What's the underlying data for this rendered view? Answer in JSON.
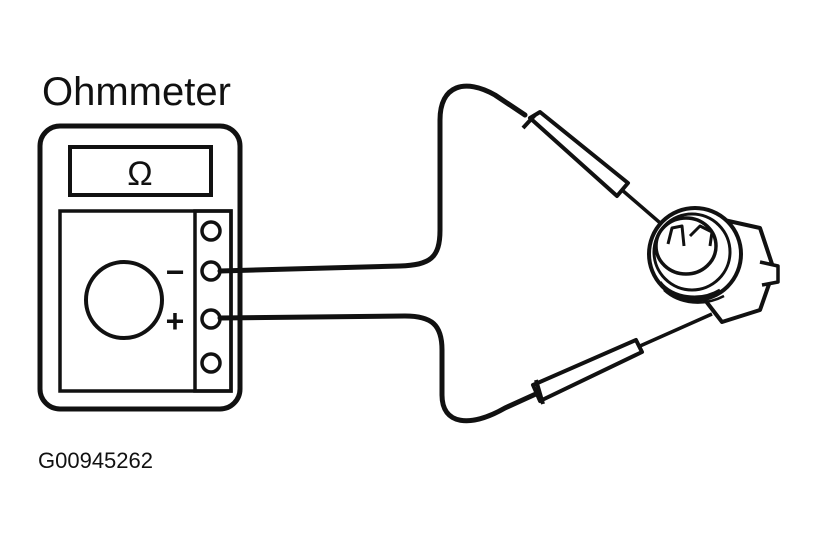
{
  "diagram": {
    "title": "Ohmmeter",
    "display_symbol": "Ω",
    "terminal_minus": "−",
    "terminal_plus": "+",
    "figure_id": "G00945262"
  },
  "colors": {
    "ink": "#111111",
    "paper": "#ffffff"
  }
}
